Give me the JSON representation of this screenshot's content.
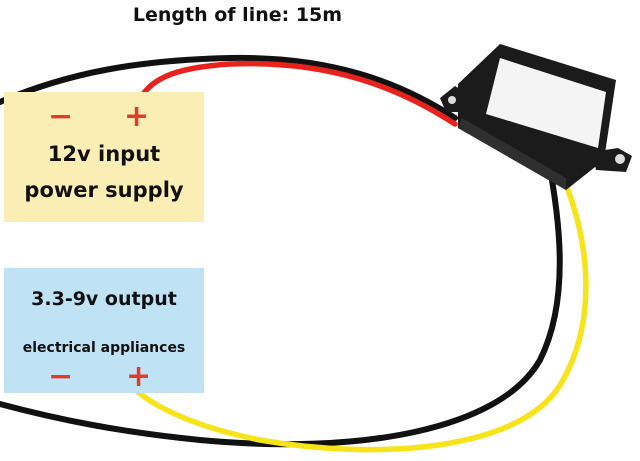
{
  "title": "Length of line: 15m",
  "input_panel": {
    "minus": "−",
    "plus": "+",
    "line1": "12v input",
    "line2": "power supply",
    "color": "#fbeeb4"
  },
  "output_panel": {
    "line1": "3.3-9v output",
    "line2": "electrical appliances",
    "minus": "−",
    "plus": "+",
    "color": "#bfe3f5"
  },
  "wire_colors": {
    "black": "#111111",
    "red": "#e8231e",
    "yellow": "#f7e31a"
  },
  "module": {
    "icon": "dc-converter-icon",
    "body_color": "#1b1b1b",
    "label_color": "#f4f4f4"
  }
}
